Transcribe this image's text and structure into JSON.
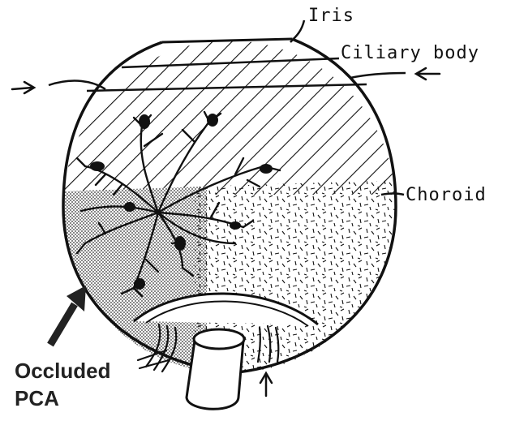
{
  "labels": {
    "iris": "Iris",
    "ciliary_body": "Ciliary body",
    "choroid": "Choroid",
    "occluded_line1": "Occluded",
    "occluded_line2": "PCA"
  },
  "colors": {
    "ink": "#111111",
    "background": "#ffffff",
    "label_bold": "#222222"
  }
}
